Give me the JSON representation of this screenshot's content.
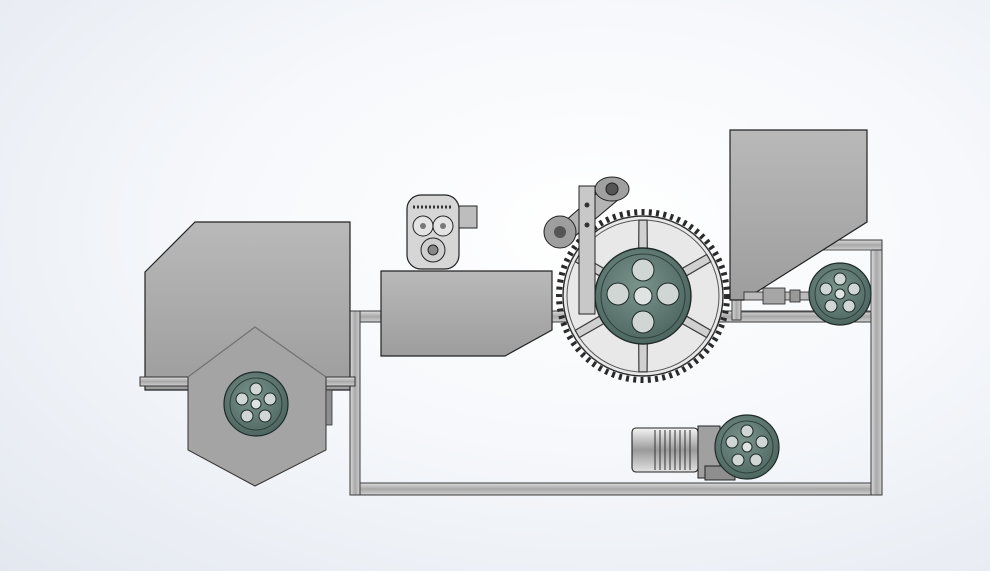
{
  "view": {
    "background_top": "#ffffff",
    "background_bottom": "#dde3ec"
  },
  "palette": {
    "body_gray": "#a9a9a9",
    "body_light": "#c4c4c4",
    "body_dark": "#8a8a8a",
    "outline": "#2b2b2b",
    "pulley_green": "#5f7a72",
    "pulley_dark": "#3f5650",
    "frame": "#b8b8b8"
  },
  "components": [
    {
      "name": "feed-hopper",
      "icon": "hopper-icon"
    },
    {
      "name": "gearbox-motor",
      "icon": "gearbox-icon"
    },
    {
      "name": "large-gear",
      "icon": "gear-icon"
    },
    {
      "name": "output-hopper",
      "icon": "hopper-icon"
    },
    {
      "name": "electric-motor",
      "icon": "motor-icon"
    },
    {
      "name": "base-frame",
      "icon": "frame-icon"
    }
  ],
  "gear_teeth": 72,
  "gear_spokes": 6
}
